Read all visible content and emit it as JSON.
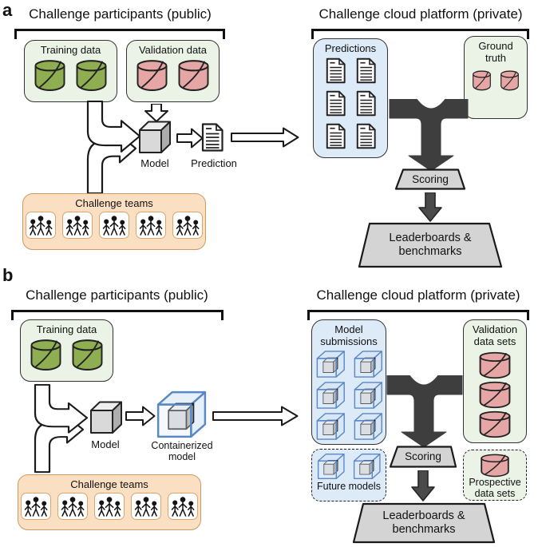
{
  "colors": {
    "green": "#8fae52",
    "pink": "#e7a6a6",
    "green_box": "#ebf3e6",
    "blue_box": "#ddeaf8",
    "peach_box": "#fbdfc2",
    "peach_border": "#cd9a63",
    "tile_border": "#d9a76c",
    "dark": "#3e3e3e",
    "trap": "#d4d4d4",
    "cube_front": "#d9d9d9",
    "cube_top": "#eeeeee",
    "cube_side": "#adadad",
    "container_blue": "#5b87c3",
    "box_border": "#333333",
    "text": "#111111"
  },
  "panel_a": {
    "letter": "a",
    "left_header": "Challenge participants (public)",
    "right_header": "Challenge cloud platform (private)",
    "training_label": "Training data",
    "training_cylinder_count": 2,
    "validation_label": "Validation data",
    "validation_cylinder_count": 2,
    "model_label": "Model",
    "prediction_label": "Prediction",
    "teams_label": "Challenge teams",
    "team_count": 5,
    "predictions_label": "Predictions",
    "predictions_doc_count": 6,
    "ground_truth_label": "Ground truth",
    "ground_truth_cylinder_count": 2,
    "scoring_label": "Scoring",
    "leaderboard_label": "Leaderboards & benchmarks"
  },
  "panel_b": {
    "letter": "b",
    "left_header": "Challenge participants (public)",
    "right_header": "Challenge cloud platform (private)",
    "training_label": "Training data",
    "training_cylinder_count": 2,
    "model_label": "Model",
    "containerized_label": "Containerized model",
    "teams_label": "Challenge teams",
    "team_count": 5,
    "submissions_label": "Model submissions",
    "submissions_cube_count": 6,
    "future_label": "Future models",
    "future_cube_count": 2,
    "validation_sets_label": "Validation data sets",
    "validation_sets_cylinder_count": 3,
    "prospective_label": "Prospective data sets",
    "prospective_cylinder_count": 1,
    "scoring_label": "Scoring",
    "leaderboard_label": "Leaderboards & benchmarks"
  }
}
